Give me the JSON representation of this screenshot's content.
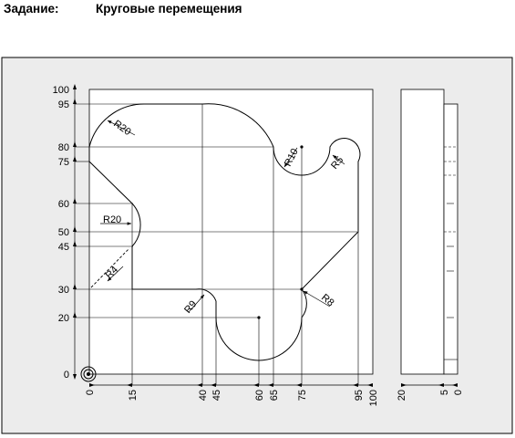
{
  "heading": {
    "label": "Задание:",
    "title": "Круговые перемещения"
  },
  "drawing": {
    "y_ticks": [
      "100",
      "95",
      "80",
      "75",
      "60",
      "50",
      "45",
      "30",
      "20",
      "0"
    ],
    "x_ticks": [
      "0",
      "15",
      "40",
      "45",
      "60",
      "65",
      "75",
      "95",
      "100"
    ],
    "side_ticks": [
      "20",
      "5",
      "0"
    ],
    "radii": {
      "r20_top": "R20",
      "r20_left": "R20",
      "r4": "R4",
      "r9": "R9",
      "r10": "R10",
      "r5": "R5",
      "r8": "R8"
    },
    "colors": {
      "background": "#ececec",
      "workpiece": "#ffffff",
      "line": "#000000"
    }
  }
}
